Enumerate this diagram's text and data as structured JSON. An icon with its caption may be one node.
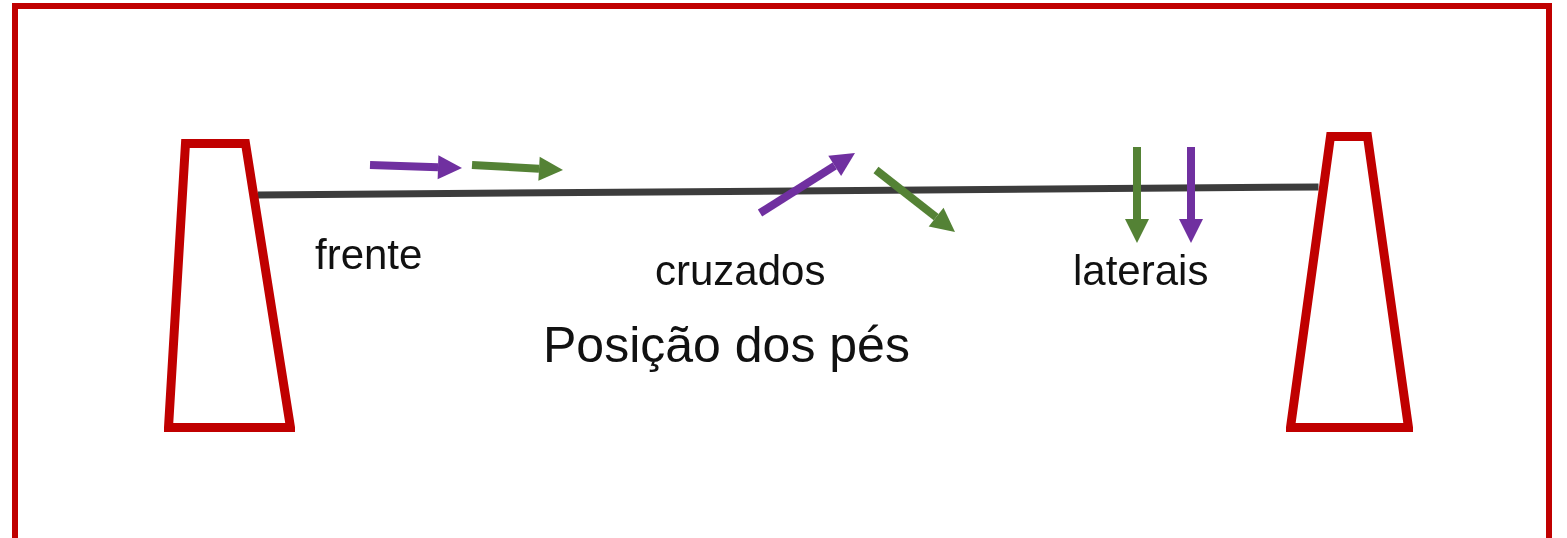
{
  "diagram": {
    "caption": "Posição dos pés",
    "nodes": [
      {
        "text": [],
        "shape": "trapezoid"
      },
      {
        "text": [],
        "shape": "trapezoid"
      }
    ],
    "edges": [
      {
        "from": 0,
        "to": 1,
        "arrow": "none"
      }
    ],
    "labels": [
      "frente",
      "cruzados",
      "laterais"
    ]
  }
}
